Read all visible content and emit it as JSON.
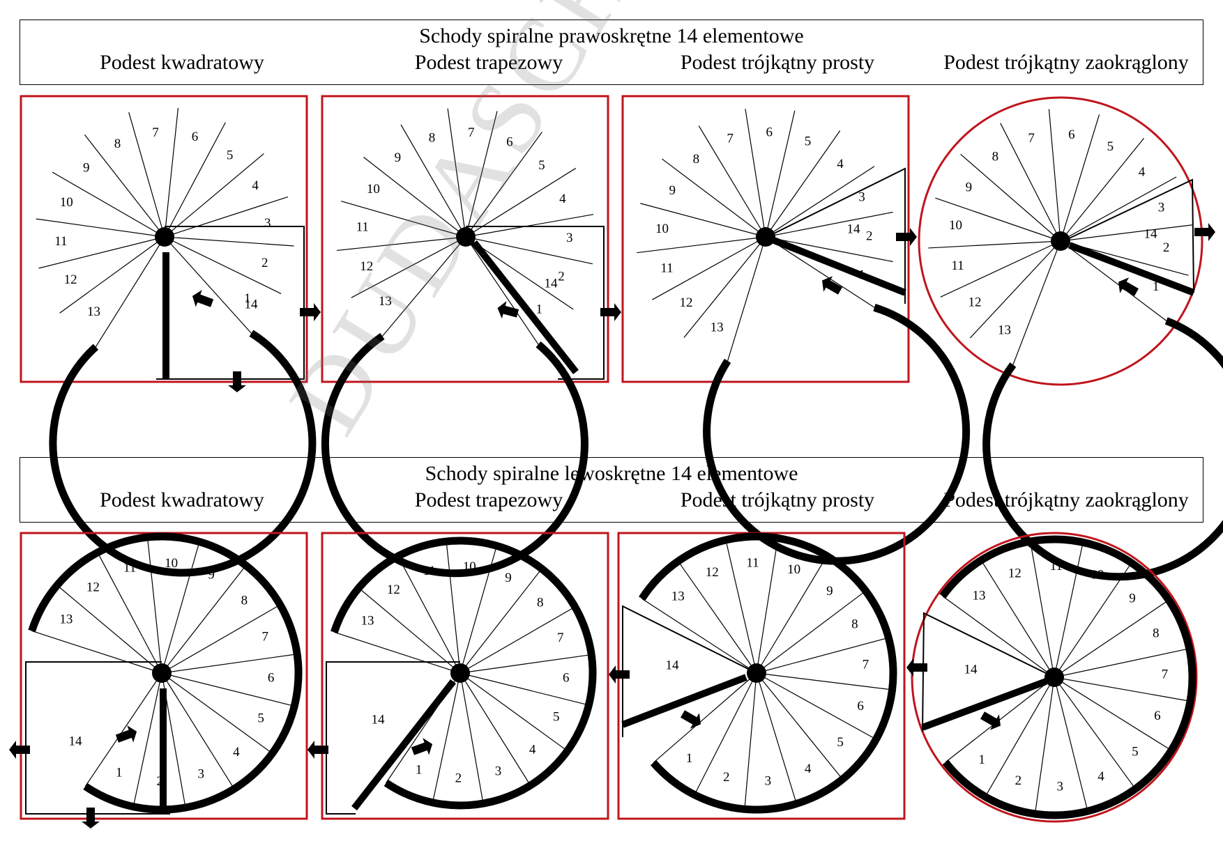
{
  "sections": [
    {
      "title": "Schody spiralne prawoskrętne 14 elementowe",
      "subtitles": [
        "Podest kwadratowy",
        "Podest trapezowy",
        "Podest trójkątny prosty",
        "Podest trójkątny zaokrąglony"
      ]
    },
    {
      "title": "Schody spiralne lewoskrętne 14 elementowe",
      "subtitles": [
        "Podest kwadratowy",
        "Podest trapezowy",
        "Podest trójkątny prosty",
        "Podest trójkątny zaokrąglony"
      ]
    }
  ],
  "step_labels": [
    "1",
    "2",
    "3",
    "4",
    "5",
    "6",
    "7",
    "8",
    "9",
    "10",
    "11",
    "12",
    "13",
    "14"
  ],
  "watermark": "DUDASCHODY",
  "colors": {
    "frame": "#c0141c",
    "ink": "#000000",
    "watermark": "#9a9a9a"
  }
}
